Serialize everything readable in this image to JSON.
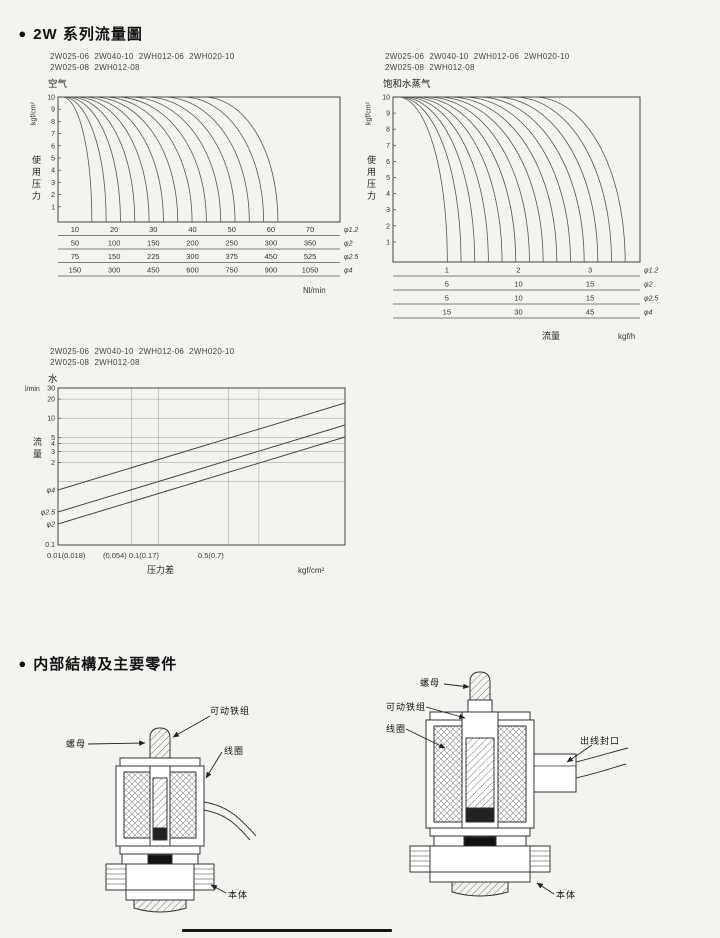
{
  "sections": {
    "bullet": "●",
    "flow_title": "2W 系列流量圖",
    "structure_title": "内部結構及主要零件"
  },
  "charts": {
    "air": {
      "models1": "2W025-06  2W040-10  2WH012-06  2WH020-10",
      "models2": "2W025-08  2WH012-08",
      "medium": "空气",
      "y_unit": "kgf/cm²",
      "y_label": "使用压力",
      "x_unit": "Nl/min",
      "y_ticks": [
        "10",
        "9",
        "8",
        "7",
        "6",
        "5",
        "4",
        "3",
        "2",
        "1"
      ],
      "rows": [
        {
          "values": [
            "10",
            "20",
            "30",
            "40",
            "50",
            "60",
            "70"
          ],
          "phi": "φ1.2"
        },
        {
          "values": [
            "50",
            "100",
            "150",
            "200",
            "250",
            "300",
            "350"
          ],
          "phi": "φ2"
        },
        {
          "values": [
            "75",
            "150",
            "225",
            "300",
            "375",
            "450",
            "525"
          ],
          "phi": "φ2.5"
        },
        {
          "values": [
            "150",
            "300",
            "450",
            "600",
            "750",
            "900",
            "1050"
          ],
          "phi": "φ4"
        }
      ]
    },
    "steam": {
      "models1": "2W025-06  2W040-10  2WH012-06  2WH020-10",
      "models2": "2W025-08  2WH012-08",
      "medium": "饱和水蒸气",
      "y_unit": "kgf/cm²",
      "y_label": "使用压力",
      "x_label": "流量",
      "x_unit": "kgf/h",
      "y_ticks": [
        "10",
        "9",
        "8",
        "7",
        "6",
        "5",
        "4",
        "3",
        "2",
        "1"
      ],
      "rows": [
        {
          "values": [
            "1",
            "2",
            "3"
          ],
          "phi": "φ1.2"
        },
        {
          "values": [
            "5",
            "10",
            "15"
          ],
          "phi": "φ2"
        },
        {
          "values": [
            "5",
            "10",
            "15"
          ],
          "phi": "φ2.5"
        },
        {
          "values": [
            "15",
            "30",
            "45"
          ],
          "phi": "φ4"
        }
      ]
    },
    "water": {
      "models1": "2W025-06  2W040-10  2WH012-06  2WH020-10",
      "models2": "2W025-08  2WH012-08",
      "medium": "水",
      "y_unit": "l/min",
      "y_label": "流量",
      "y_ticks": [
        "30",
        "20",
        "10",
        "5",
        "4",
        "3",
        "2"
      ],
      "y_bottom": "0.1",
      "line_labels": [
        "φ4",
        "φ2.5",
        "φ2"
      ],
      "x_ticks": [
        "0.01(0.018)",
        "(0.054) 0.1(0.17)",
        "0.5(0.7)"
      ],
      "x_label": "压力差",
      "x_unit": "kgf/cm²"
    }
  },
  "diagrams": {
    "left": {
      "nut": "螺母",
      "plunger": "可动铁组",
      "coil": "线圈",
      "body": "本体"
    },
    "right": {
      "nut": "螺母",
      "plunger": "可动铁组",
      "coil": "线圈",
      "outlet": "出线封口",
      "body": "本体"
    }
  }
}
